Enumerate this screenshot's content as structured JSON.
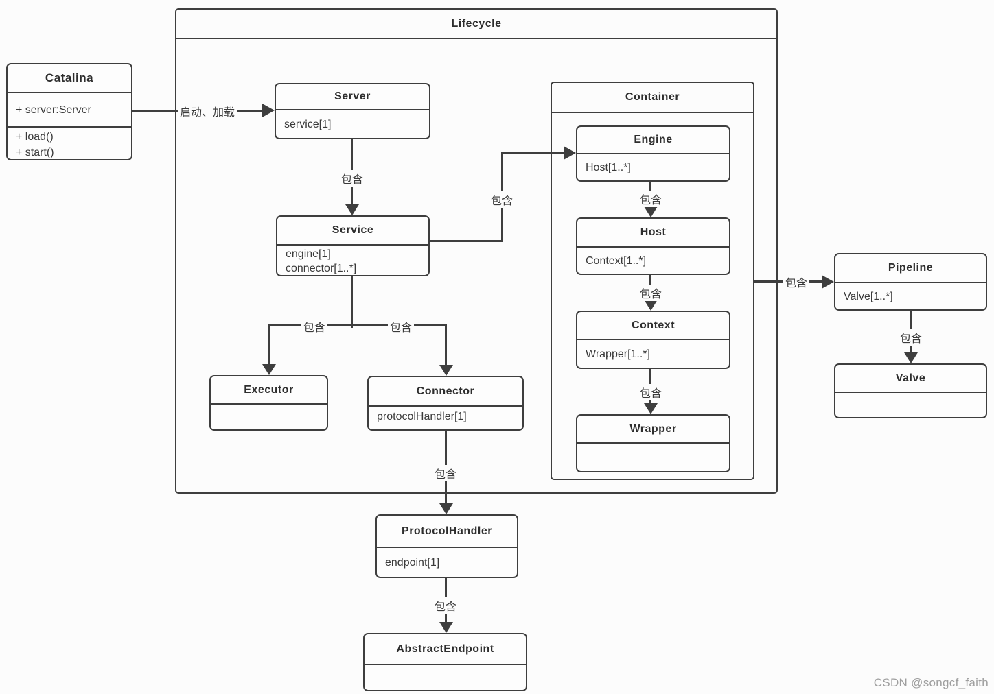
{
  "page": {
    "background": "#fcfcfc",
    "line_color": "#3e3e3e",
    "text_color": "#333333",
    "watermark": "CSDN @songcf_faith"
  },
  "frames": {
    "lifecycle": {
      "title": "Lifecycle"
    },
    "container": {
      "title": "Container"
    }
  },
  "classes": {
    "catalina": {
      "title": "Catalina",
      "attributes": [
        "+ server:Server"
      ],
      "methods": [
        "+ load()",
        "+ start()"
      ]
    },
    "server": {
      "title": "Server",
      "attributes": [
        "service[1]"
      ]
    },
    "service": {
      "title": "Service",
      "attributes": [
        "engine[1]",
        "connector[1..*]"
      ]
    },
    "executor": {
      "title": "Executor",
      "attributes": []
    },
    "connector": {
      "title": "Connector",
      "attributes": [
        "protocolHandler[1]"
      ]
    },
    "engine": {
      "title": "Engine",
      "attributes": [
        "Host[1..*]"
      ]
    },
    "host": {
      "title": "Host",
      "attributes": [
        "Context[1..*]"
      ]
    },
    "context": {
      "title": "Context",
      "attributes": [
        "Wrapper[1..*]"
      ]
    },
    "wrapper": {
      "title": "Wrapper",
      "attributes": []
    },
    "pipeline": {
      "title": "Pipeline",
      "attributes": [
        "Valve[1..*]"
      ]
    },
    "valve": {
      "title": "Valve",
      "attributes": []
    },
    "protocol_handler": {
      "title": "ProtocolHandler",
      "attributes": [
        "endpoint[1]"
      ]
    },
    "abstract_endpoint": {
      "title": "AbstractEndpoint",
      "attributes": []
    }
  },
  "edges": {
    "catalina_server": {
      "label": "启动、加载"
    },
    "server_service": {
      "label": "包含"
    },
    "service_engine": {
      "label": "包含"
    },
    "service_executor": {
      "label": "包含"
    },
    "service_connector": {
      "label": "包含"
    },
    "engine_host": {
      "label": "包含"
    },
    "host_context": {
      "label": "包含"
    },
    "context_wrapper": {
      "label": "包含"
    },
    "container_pipeline": {
      "label": "包含"
    },
    "pipeline_valve": {
      "label": "包含"
    },
    "connector_protocol_handler": {
      "label": "包含"
    },
    "protocol_handler_abstract_endpoint": {
      "label": "包含"
    }
  }
}
